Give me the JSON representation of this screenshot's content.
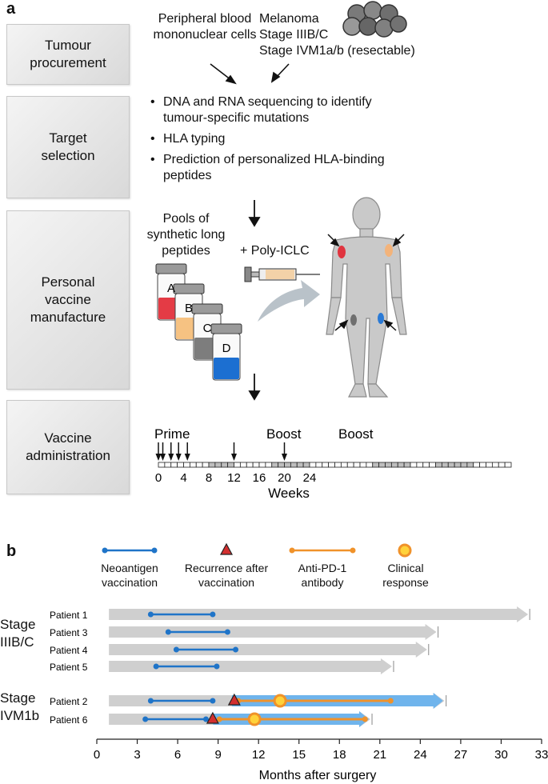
{
  "panel_a": {
    "letter": "a",
    "steps": [
      {
        "label": "Tumour procurement"
      },
      {
        "label": "Target selection"
      },
      {
        "label": "Personal vaccine manufacture"
      },
      {
        "label": "Vaccine administration"
      }
    ],
    "pbmc": "Peripheral blood mononuclear cells",
    "melanoma": [
      "Melanoma",
      "Stage IIIB/C",
      "Stage IVM1a/b (resectable)"
    ],
    "bullets": [
      "DNA and RNA sequencing to identify tumour-specific mutations",
      "HLA typing",
      "Prediction of personalized HLA-binding peptides"
    ],
    "pools": "Pools of synthetic long peptides",
    "adjuvant": "+ Poly-ICLC",
    "vials": [
      "A",
      "B",
      "C",
      "D"
    ],
    "timeline": {
      "prime": "Prime",
      "boost1": "Boost",
      "boost2": "Boost",
      "ticks": [
        "0",
        "4",
        "8",
        "12",
        "16",
        "20",
        "24"
      ],
      "xlabel": "Weeks",
      "prime_weeks": [
        0,
        1,
        2,
        3,
        4
      ],
      "boost_weeks": [
        12,
        20
      ]
    }
  },
  "panel_b": {
    "letter": "b",
    "legend": {
      "vaccination": "Neoantigen vaccination",
      "recurrence": "Recurrence after vaccination",
      "antibody": "Anti-PD-1 antibody",
      "response": "Clinical response"
    },
    "groups": [
      {
        "label": "Stage IIIB/C"
      },
      {
        "label": "Stage IVM1b"
      }
    ],
    "colors": {
      "vaccination": "#1f74c8",
      "recurrence": "#d32f2f",
      "antibody": "#f0922a",
      "response": "#ffd23a",
      "followup": "#cfcfcf",
      "pd1_bar": "#6fb4ec"
    },
    "chart_data": {
      "type": "timeline",
      "xlabel": "Months after surgery",
      "xlim": [
        0,
        33
      ],
      "xticks": [
        0,
        3,
        6,
        9,
        12,
        15,
        18,
        21,
        24,
        27,
        30,
        33
      ],
      "patients": [
        {
          "name": "Patient 1",
          "followup": 32,
          "vaccination": [
            4,
            8.6
          ]
        },
        {
          "name": "Patient 3",
          "followup": 25.2,
          "vaccination": [
            5.3,
            9.7
          ]
        },
        {
          "name": "Patient 4",
          "followup": 24.5,
          "vaccination": [
            5.9,
            10.3
          ]
        },
        {
          "name": "Patient 5",
          "followup": 21.9,
          "vaccination": [
            4.4,
            8.9
          ]
        },
        {
          "name": "Patient 2",
          "followup": 25.8,
          "vaccination": [
            4,
            8.6
          ],
          "recurrence": 10.2,
          "antibody": [
            10.5,
            21.8
          ],
          "response": 13.6
        },
        {
          "name": "Patient 6",
          "followup": 20.3,
          "vaccination": [
            3.6,
            8.1
          ],
          "recurrence": 8.6,
          "antibody": [
            9.1,
            19.9
          ],
          "response": 11.7
        }
      ]
    }
  }
}
